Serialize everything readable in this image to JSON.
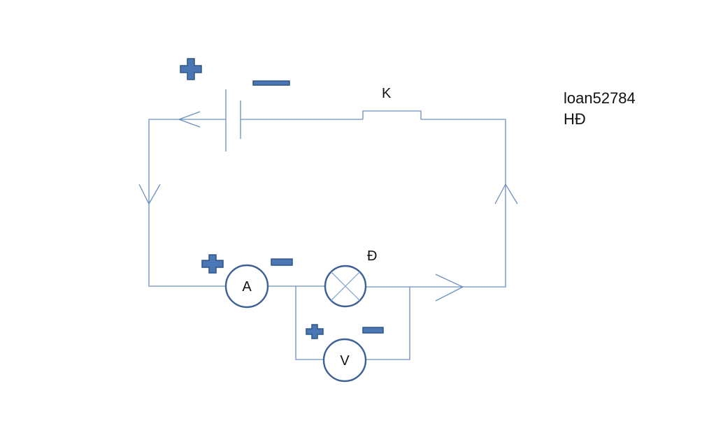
{
  "labels": {
    "switch": "K",
    "lamp": "Đ",
    "ammeter": "A",
    "voltmeter": "V"
  },
  "author": {
    "line1": "loan52784",
    "line2": "HĐ"
  },
  "colors": {
    "wire": "#6a8fc0",
    "meter_outline": "#3c5f94",
    "polarity_sign": "#4a77b4"
  }
}
